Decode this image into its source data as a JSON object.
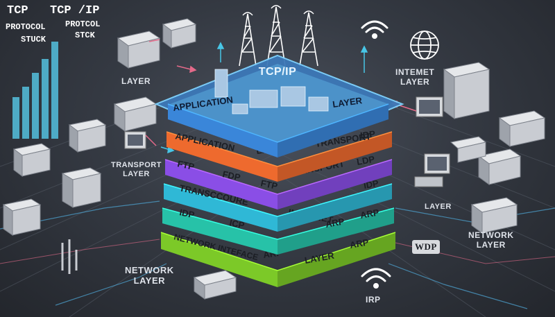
{
  "corner": {
    "tcp": "TCP",
    "tcp_ip": "TCP /IP",
    "protocol": "PROTOCOL",
    "protcol": "PROTCOL",
    "stuck": "STUCK",
    "stck": "STCK"
  },
  "top_label": "TCP/IP",
  "layers": [
    {
      "color": "#3a86d9",
      "texts": [
        "APPLICATION",
        "LAYER"
      ]
    },
    {
      "color": "#ee6a2e",
      "texts": [
        "APPLICATION",
        "LAYER",
        "TRANSPORT",
        "IDP"
      ]
    },
    {
      "color": "#8a4ee6",
      "texts": [
        "FTP",
        "FDP",
        "FTP",
        "INSPORT",
        "LDP"
      ]
    },
    {
      "color": "#2fb8d6",
      "texts": [
        "TRANSCCOURE",
        "IDP"
      ]
    },
    {
      "color": "#27c2a8",
      "texts": [
        "IDP",
        "ICP",
        "INTERNET",
        "ARP",
        "ARP"
      ]
    },
    {
      "color": "#7cc928",
      "texts": [
        "NETWORK INTEFACE",
        "ARP",
        "LAYER",
        "ARP"
      ]
    }
  ],
  "side_labels": {
    "layer_left_top": "LAYER",
    "internet_layer_line1": "INTEMET",
    "internet_layer_line2": "LAYER",
    "transport_line1": "TRANSPORT",
    "transport_line2": "LAYER",
    "layer_right_mid": "LAYER",
    "network_right_line1": "NETWORK",
    "network_right_line2": "LAYER",
    "network_left_line1": "NETWORK",
    "network_left_line2": "LAYER",
    "irp": "IRP",
    "wdp": "WDP"
  },
  "icons": [
    "wifi-icon",
    "globe-icon",
    "radio-tower-icon",
    "server-icon",
    "monitor-icon",
    "bar-chart-icon"
  ],
  "colors": {
    "accent_blue": "#3a86d9",
    "arrow_pink": "#e46a8a",
    "arrow_cyan": "#48c6e6"
  }
}
